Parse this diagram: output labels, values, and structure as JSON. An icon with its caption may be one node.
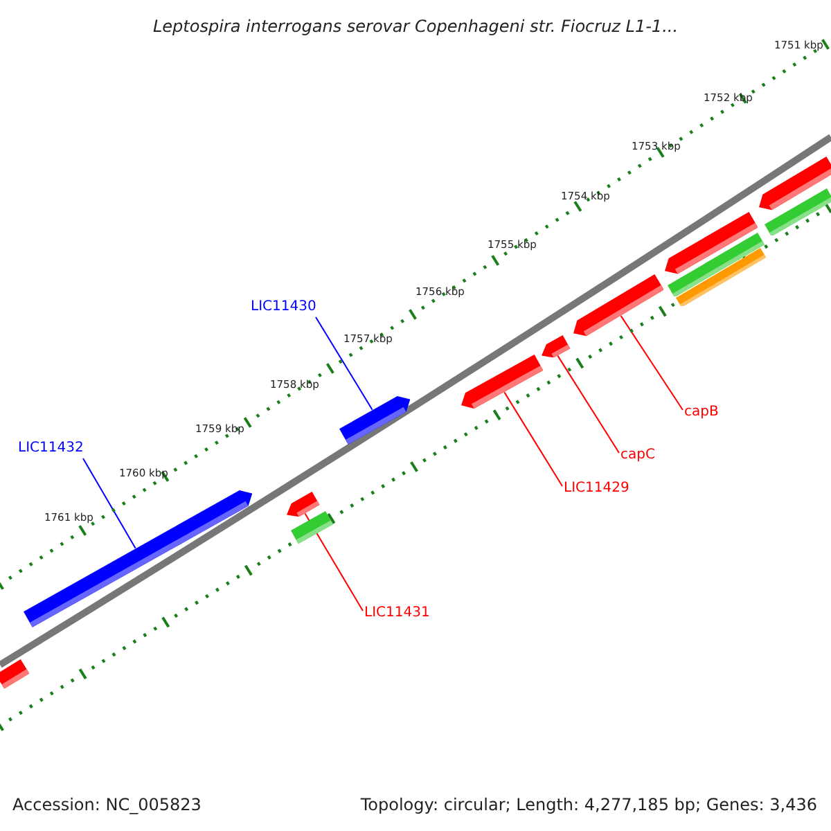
{
  "diagram": {
    "title": "Leptospira interrogans serovar Copenhageni str. Fiocruz L1-1...",
    "nodes": [
      {
        "text": [
          "LIC11430"
        ]
      },
      {
        "text": [
          "LIC11432"
        ]
      },
      {
        "text": [
          "LIC11429"
        ]
      },
      {
        "text": [
          "capC"
        ]
      },
      {
        "text": [
          "capB"
        ]
      },
      {
        "text": [
          "LIC11431"
        ]
      },
      {
        "text": [],
        "shape": "bar"
      },
      {
        "text": [],
        "shape": "bar"
      },
      {
        "text": [],
        "shape": "bar"
      },
      {
        "text": [],
        "shape": "bar"
      },
      {
        "text": [],
        "shape": "bar"
      },
      {
        "text": [],
        "shape": "bar"
      },
      {
        "text": [],
        "shape": "bar"
      },
      {
        "text": [],
        "shape": "bar"
      },
      {
        "text": [],
        "shape": "bar"
      },
      {
        "text": [],
        "shape": "bar"
      },
      {
        "text": [],
        "shape": "bar"
      },
      {
        "text": [],
        "shape": "bar"
      },
      {
        "text": [],
        "shape": "bar"
      }
    ],
    "edges": [
      {
        "from": 0,
        "to": 10,
        "arrow": "none",
        "color": "#0000ff"
      },
      {
        "from": 1,
        "to": 7,
        "arrow": "none",
        "color": "#0000ff"
      },
      {
        "from": 2,
        "to": 11,
        "arrow": "none"
      },
      {
        "from": 3,
        "to": 12,
        "arrow": "none"
      },
      {
        "from": 4,
        "to": 13,
        "arrow": "none"
      },
      {
        "from": 5,
        "to": 8,
        "arrow": "none"
      }
    ],
    "labels": [
      "1751 kbp",
      "1752 kbp",
      "1753 kbp",
      "1754 kbp",
      "1755 kbp",
      "1756 kbp",
      "1757 kbp",
      "1758 kbp",
      "1759 kbp",
      "1760 kbp",
      "1761 kbp",
      "Accession: NC_005823",
      "Topology: circular; Length: 4,277,185 bp; Genes: 3,436"
    ]
  }
}
